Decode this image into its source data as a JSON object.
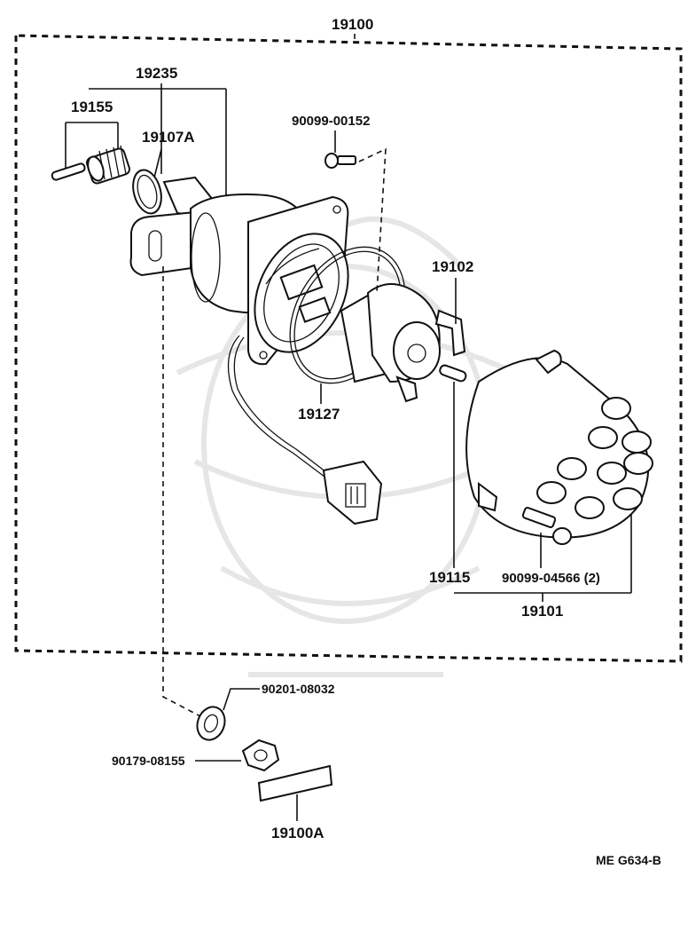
{
  "diagram": {
    "labels": {
      "assembly": "19100",
      "housing_group": "19235",
      "gear": "19155",
      "o_ring_a": "19107A",
      "screw": "90099-00152",
      "rotor": "19102",
      "o_ring": "19127",
      "carbon": "19115",
      "cap_screw": "90099-04566 (2)",
      "cap": "19101",
      "washer": "90201-08032",
      "nut": "90179-08155",
      "label_plate": "19100A"
    },
    "footer_code": "ME  G634-B"
  }
}
